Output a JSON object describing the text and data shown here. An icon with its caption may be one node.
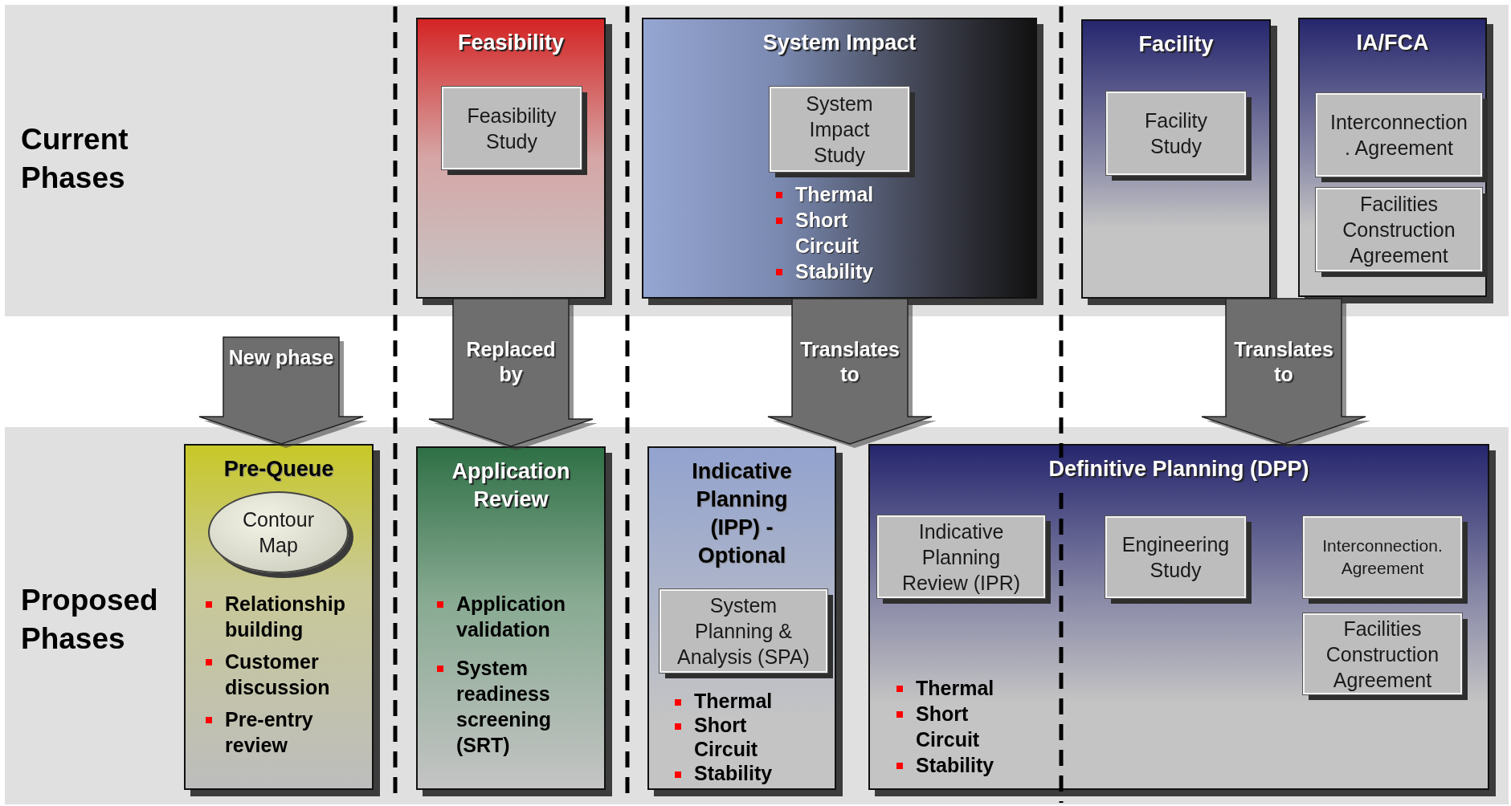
{
  "diagram": {
    "nodes": [
      {
        "text": [
          "Current Phases"
        ]
      },
      {
        "text": [
          "Feasibility"
        ],
        "in": 0
      },
      {
        "text": [
          "Feasibility Study"
        ],
        "in": 1
      },
      {
        "text": [
          "System Impact",
          "Thermal",
          "Short Circuit",
          "Stability"
        ],
        "in": 0
      },
      {
        "text": [
          "System Impact Study"
        ],
        "in": 3
      },
      {
        "text": [
          "Facility"
        ],
        "in": 0
      },
      {
        "text": [
          "Facility Study"
        ],
        "in": 5
      },
      {
        "text": [
          "IA/FCA"
        ],
        "in": 0
      },
      {
        "text": [
          "Interconnection . Agreement"
        ],
        "in": 7
      },
      {
        "text": [
          "Facilities Construction Agreement"
        ],
        "in": 7
      },
      {
        "text": [
          "Proposed Phases"
        ]
      },
      {
        "text": [
          "Pre-Queue",
          "Relationship building",
          "Customer discussion",
          "Pre-entry review"
        ],
        "in": 10
      },
      {
        "text": [
          "Contour Map"
        ],
        "in": 11
      },
      {
        "text": [
          "Application Review",
          "Application validation",
          "System readiness screening (SRT)"
        ],
        "in": 10
      },
      {
        "text": [
          "Indicative Planning (IPP) - Optional",
          "Thermal",
          "Short Circuit",
          "Stability"
        ],
        "in": 10
      },
      {
        "text": [
          "System Planning & Analysis (SPA)"
        ],
        "in": 14
      },
      {
        "text": [
          "Definitive  Planning (DPP)",
          "Thermal",
          "Short Circuit",
          "Stability"
        ],
        "in": 10
      },
      {
        "text": [
          "Indicative Planning Review (IPR)"
        ],
        "in": 16
      },
      {
        "text": [
          "Engineering Study"
        ],
        "in": 16
      },
      {
        "text": [
          "Interconnection. Agreement"
        ],
        "in": 16
      },
      {
        "text": [
          "Facilities Construction Agreement"
        ],
        "in": 16
      }
    ],
    "edges": [
      {
        "from": null,
        "to": 11,
        "arrow": "to",
        "label": "New phase"
      },
      {
        "from": 1,
        "to": 13,
        "arrow": "to",
        "label": "Replaced by"
      },
      {
        "from": 3,
        "to": 14,
        "arrow": "to",
        "label": "Translates to"
      },
      {
        "from": 3,
        "to": 16,
        "arrow": "to"
      },
      {
        "from": 5,
        "to": 16,
        "arrow": "to",
        "label": "Translates to"
      },
      {
        "from": 7,
        "to": 16,
        "arrow": "to"
      }
    ]
  }
}
